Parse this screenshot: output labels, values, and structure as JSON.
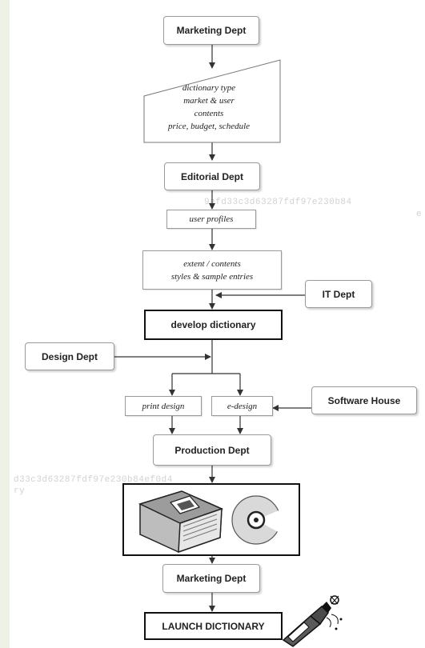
{
  "nodes": {
    "marketing_top": "Marketing Dept",
    "spec_lines": [
      "dictionary type",
      "market & user",
      "contents",
      "price, budget, schedule"
    ],
    "editorial": "Editorial Dept",
    "user_profiles": "user profiles",
    "extent_lines": [
      "extent / contents",
      "styles & sample entries"
    ],
    "it_dept": "IT Dept",
    "develop": "develop dictionary",
    "design_dept": "Design Dept",
    "print_design": "print design",
    "e_design": "e-design",
    "software_house": "Software House",
    "production": "Production Dept",
    "marketing_bottom": "Marketing Dept",
    "launch": "LAUNCH DICTIONARY"
  },
  "watermarks": {
    "line_1": "9afd33c3d63287fdf97e230b84",
    "line_2": "e",
    "line_3": "d33c3d63287fdf97e230b84ef0d4",
    "line_4": "ry"
  },
  "colors": {
    "background": "#eef2e6",
    "panel": "#ffffff",
    "line": "#333333",
    "watermark": "#d2d2d2"
  },
  "icons": [
    "dictionary-book-icon",
    "cd-disc-icon",
    "champagne-bottle-icon"
  ]
}
